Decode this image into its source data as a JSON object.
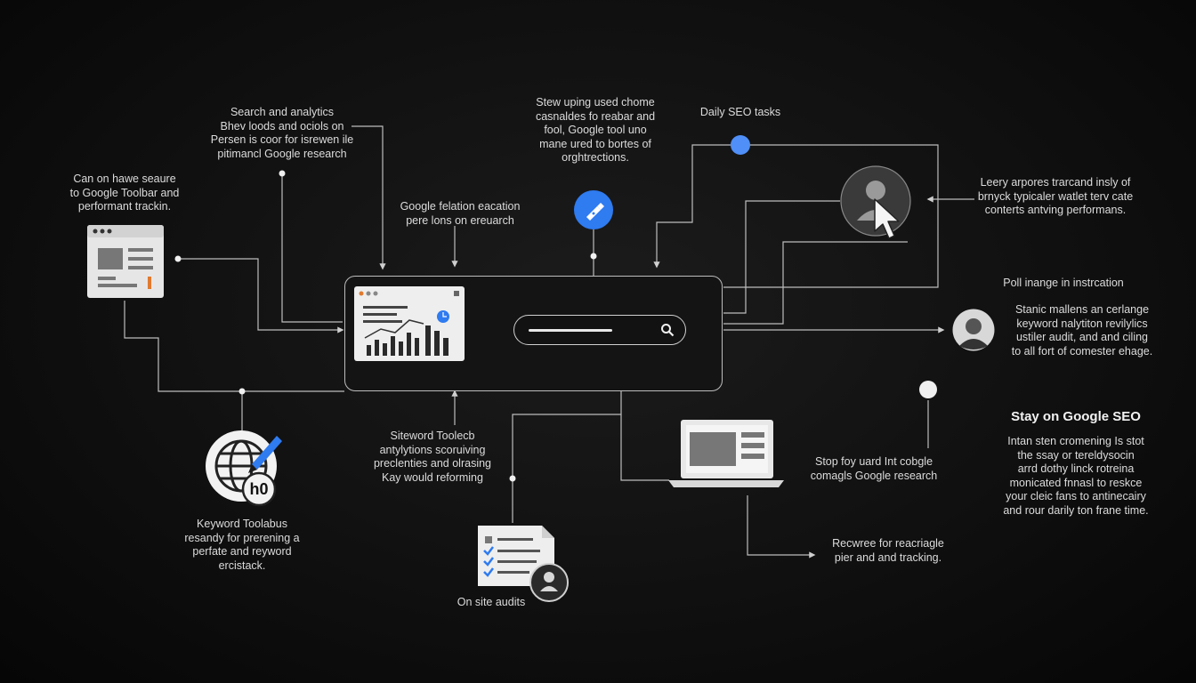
{
  "diagram": {
    "labels": {
      "toolbar_card": [
        "Can on hawe seaure",
        "to Google Toolbar and",
        "performant trackin."
      ],
      "search_analytics": [
        "Search and analytics",
        "Bhev loods and ociols on",
        "Persen is coor for isrewen ile",
        "pitimancl Google research"
      ],
      "google_relation": [
        "Google felation eacation",
        "pere lons on ereuarch"
      ],
      "stew_using": [
        "Stew uping used chome",
        "casnaldes fo reabar and",
        "fool, Google tool uno",
        "mane ured to bortes of",
        "orghtrections."
      ],
      "daily_seo": [
        "Daily SEO tasks"
      ],
      "leary_exports": [
        "Leery arpores trarcand insly of",
        "brnyck typicaler watlet terv cate",
        "conterts antving performans."
      ],
      "poll_image": [
        "Poll inange in instrcation"
      ],
      "stanic_matters": [
        "Stanic mallens an cerlange",
        "keyword nalytiton revilylics",
        "ustiler audit, and and ciling",
        "to all fort of comester ehage."
      ],
      "stay_on_title": [
        "Stay on Google SEO"
      ],
      "stay_on_body": [
        "Intan sten cromening Is stot",
        "the ssay or tereldysocin",
        "arrd dothy linck rotreina",
        "monicated fnnasl to reskce",
        "your cleic fans to antinecairy",
        "and rour darily ton frane time."
      ],
      "siteword_toolkit": [
        "Siteword Toolecb",
        "antylytions scoruiving",
        "preclenties and olrasing",
        "Kay would reforming"
      ],
      "stop_joy": [
        "Stop foy uard Int cobgle",
        "comagls Google research"
      ],
      "keyword_toolabus": [
        "Keyword Toolabus",
        "resandy for prerening a",
        "perfate and reyword",
        "ercistack."
      ],
      "on_site": [
        "On site audits"
      ],
      "recuree": [
        "Recwree for reacriagle",
        "pier and and tracking."
      ]
    },
    "globe_badge_text": "h0",
    "colors": {
      "accent_blue": "#2f7bf0",
      "wire": "#c8c8c8",
      "card": "#e8e8e8",
      "dark": "#141414"
    }
  }
}
